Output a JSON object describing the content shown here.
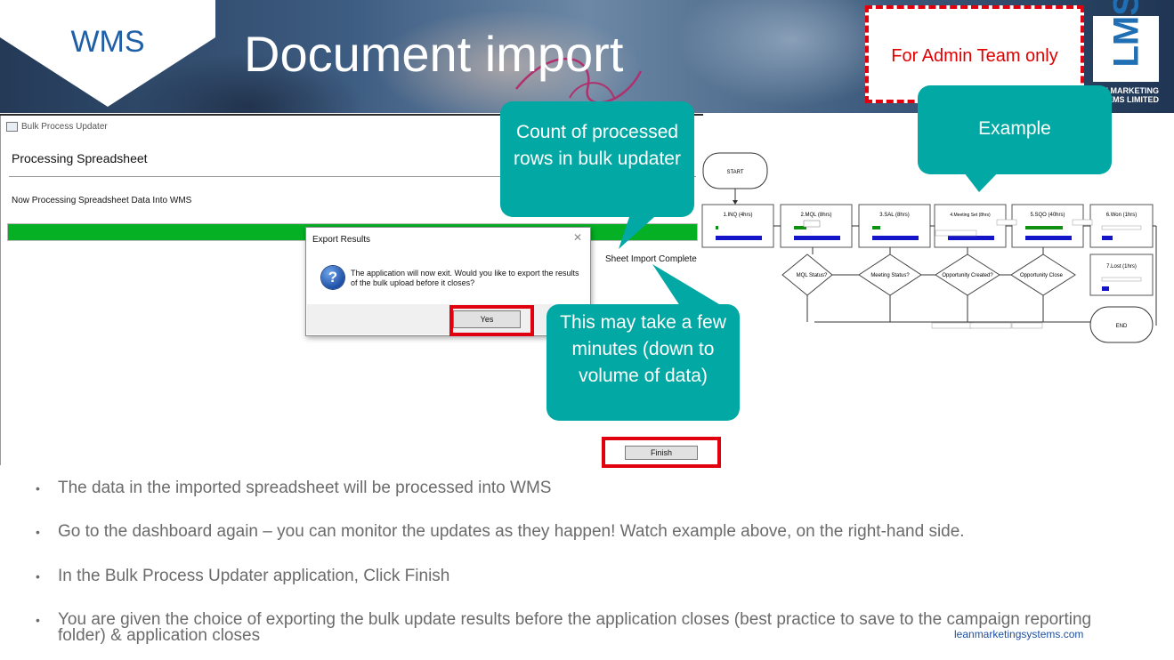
{
  "header": {
    "wms_label": "WMS",
    "title": "Document import",
    "admin_note": "For Admin Team only",
    "logo_text": "LMS",
    "logo_company_line1": "N MARKETING",
    "logo_company_line2": "TEMS LIMITED"
  },
  "app": {
    "window_title": "Bulk Process Updater",
    "section_heading": "Processing Spreadsheet",
    "status_text": "Now Processing Spreadsheet Data Into WMS",
    "progress_fraction": 1.0,
    "progress_color": "#06b025",
    "complete_text": "Sheet Import Complete",
    "finish_label": "Finish"
  },
  "dialog": {
    "title": "Export Results",
    "close_symbol": "✕",
    "icon_symbol": "?",
    "message": "The application will now exit. Would you like to export the results of the bulk upload before it closes?",
    "yes_label": "Yes"
  },
  "callouts": {
    "count": "Count of processed rows in bulk updater",
    "minutes": "This may take a few minutes (down to volume of data)",
    "example": "Example"
  },
  "flow": {
    "start": "START",
    "end": "END",
    "stages": [
      "1.INQ (4hrs)",
      "2.MQL (8hrs)",
      "3.SAL (8hrs)",
      "4.Meeting Set (8hrs)",
      "5.SQO (40hrs)",
      "6.Won (1hrs)",
      "7.Lost (1hrs)"
    ],
    "decisions": [
      "MQL Status?",
      "Meeting Status?",
      "Opportunity Created?",
      "Opportunity Close"
    ]
  },
  "bullets": [
    "The data in the imported spreadsheet will be processed into WMS",
    "Go to the dashboard again – you can monitor the updates as they happen! Watch example above, on the right-hand side.",
    "In the Bulk Process Updater application, Click Finish",
    "You are given the choice of exporting the bulk update results before the application closes (best practice to save to the campaign reporting folder) & application closes"
  ],
  "footer": {
    "url": "leanmarketingsystems.com"
  },
  "colors": {
    "accent_teal": "#02a8a3",
    "highlight_red": "#e0000e",
    "title_blue": "#1f5fa8"
  }
}
